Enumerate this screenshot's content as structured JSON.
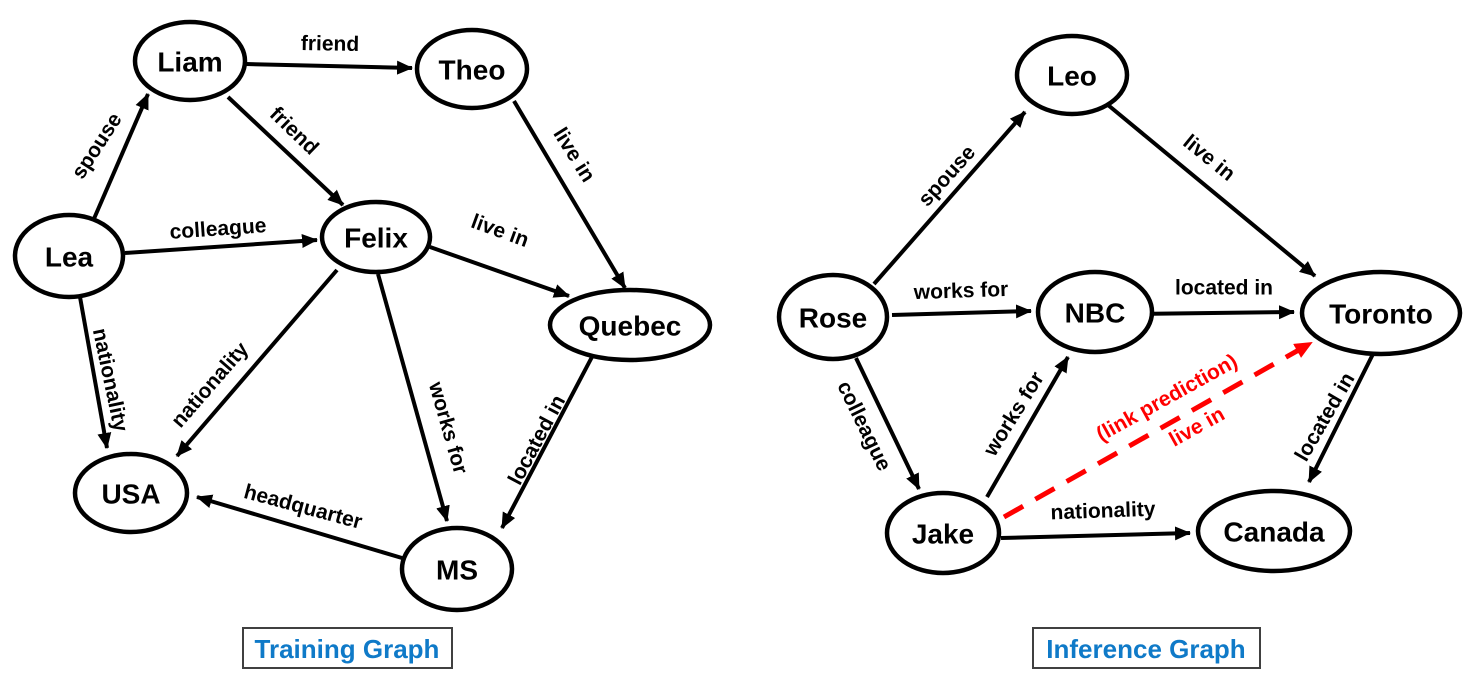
{
  "colors": {
    "node_fill": "#ffffff",
    "node_stroke": "#000000",
    "edge_black": "#000000",
    "prediction_red": "#ff0000",
    "title_blue": "#0f7ac8",
    "title_box_border": "#404040"
  },
  "training_graph": {
    "title": "Training Graph",
    "nodes": [
      {
        "id": "liam",
        "label": "Liam"
      },
      {
        "id": "theo",
        "label": "Theo"
      },
      {
        "id": "lea",
        "label": "Lea"
      },
      {
        "id": "felix",
        "label": "Felix"
      },
      {
        "id": "quebec",
        "label": "Quebec"
      },
      {
        "id": "usa",
        "label": "USA"
      },
      {
        "id": "ms",
        "label": "MS"
      }
    ],
    "edges": [
      {
        "from": "Lea",
        "to": "Liam",
        "label": "spouse"
      },
      {
        "from": "Liam",
        "to": "Theo",
        "label": "friend"
      },
      {
        "from": "Liam",
        "to": "Felix",
        "label": "friend"
      },
      {
        "from": "Lea",
        "to": "Felix",
        "label": "colleague"
      },
      {
        "from": "Theo",
        "to": "Quebec",
        "label": "live in"
      },
      {
        "from": "Felix",
        "to": "Quebec",
        "label": "live in"
      },
      {
        "from": "Lea",
        "to": "USA",
        "label": "nationality"
      },
      {
        "from": "Felix",
        "to": "USA",
        "label": "nationality"
      },
      {
        "from": "Felix",
        "to": "MS",
        "label": "works for"
      },
      {
        "from": "Quebec",
        "to": "MS",
        "label": "located in"
      },
      {
        "from": "MS",
        "to": "USA",
        "label": "headquarter"
      }
    ]
  },
  "inference_graph": {
    "title": "Inference Graph",
    "nodes": [
      {
        "id": "leo",
        "label": "Leo"
      },
      {
        "id": "rose",
        "label": "Rose"
      },
      {
        "id": "nbc",
        "label": "NBC"
      },
      {
        "id": "toronto",
        "label": "Toronto"
      },
      {
        "id": "jake",
        "label": "Jake"
      },
      {
        "id": "canada",
        "label": "Canada"
      }
    ],
    "edges": [
      {
        "from": "Rose",
        "to": "Leo",
        "label": "spouse"
      },
      {
        "from": "Leo",
        "to": "Toronto",
        "label": "live in"
      },
      {
        "from": "Rose",
        "to": "NBC",
        "label": "works for"
      },
      {
        "from": "NBC",
        "to": "Toronto",
        "label": "located in"
      },
      {
        "from": "Rose",
        "to": "Jake",
        "label": "colleague"
      },
      {
        "from": "Jake",
        "to": "NBC",
        "label": "works for"
      },
      {
        "from": "Jake",
        "to": "Canada",
        "label": "nationality"
      },
      {
        "from": "Toronto",
        "to": "Canada",
        "label": "located in"
      },
      {
        "from": "Jake",
        "to": "Toronto",
        "label": "live in",
        "annotation": "(link prediction)",
        "style": "predicted-red-dashed"
      }
    ]
  }
}
